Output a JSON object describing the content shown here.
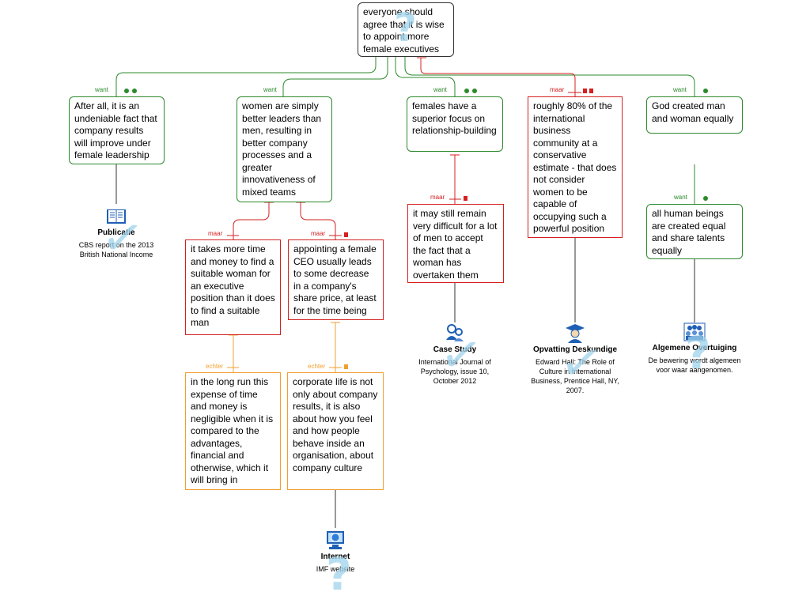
{
  "claim": "everyone should agree that it is wise to appoint more female executives",
  "connectors": {
    "want": "want",
    "maar": "maar",
    "echter": "echter"
  },
  "reasons": [
    {
      "text": "After all, it is an undeniable fact that company results will improve under female leadership"
    },
    {
      "text": "women are simply better leaders than men, resulting in better company processes and a greater innovativeness of mixed teams"
    },
    {
      "text": "females have a superior focus on relationship-building"
    },
    {
      "text": "God created man and woman equally"
    }
  ],
  "objections": [
    {
      "text": "roughly 80% of the international business community at a conservative estimate -  that does not consider women to be capable of occupying such a powerful position"
    },
    {
      "text": "it takes more time and money to find a suitable woman for an executive position than it does to find a suitable man"
    },
    {
      "text": "appointing a female CEO usually leads to some decrease in a company's share price, at least for the time being"
    },
    {
      "text": "it may still remain very difficult for a lot of men to accept the fact that a woman has overtaken them"
    }
  ],
  "rebuttals": [
    {
      "text": "in the long run this expense of time and money is negligible when it is compared to the advantages, financial and otherwise, which it will bring in"
    },
    {
      "text": "corporate life is not only about company results, it is also about how you feel and how people behave inside an organisation, about company culture"
    }
  ],
  "sub_reasons": [
    {
      "text": "all human beings are created equal and share talents equally"
    }
  ],
  "sources": [
    {
      "type": "Publicatie",
      "desc": "CBS report on the 2013 British National Income",
      "icon": "book-icon"
    },
    {
      "type": "Case Study",
      "desc": "International Journal of Psychology, issue 10, October 2012",
      "icon": "people-icon"
    },
    {
      "type": "Opvatting Deskundige",
      "desc": "Edward Hall: The Role of Culture in International Business, Prentice Hall, NY, 2007.",
      "icon": "graduate-icon"
    },
    {
      "type": "Algemene Overtuiging",
      "desc": "De bewering wordt algemeen voor waar aangenomen.",
      "icon": "crowd-icon"
    },
    {
      "type": "Internet",
      "desc": "IMF website",
      "icon": "monitor-icon"
    }
  ],
  "colors": {
    "support": "#2c8a2c",
    "objection": "#d42020",
    "rebuttal": "#f0a030",
    "claim_border": "#333333",
    "watermark": "#9fd3ec"
  }
}
